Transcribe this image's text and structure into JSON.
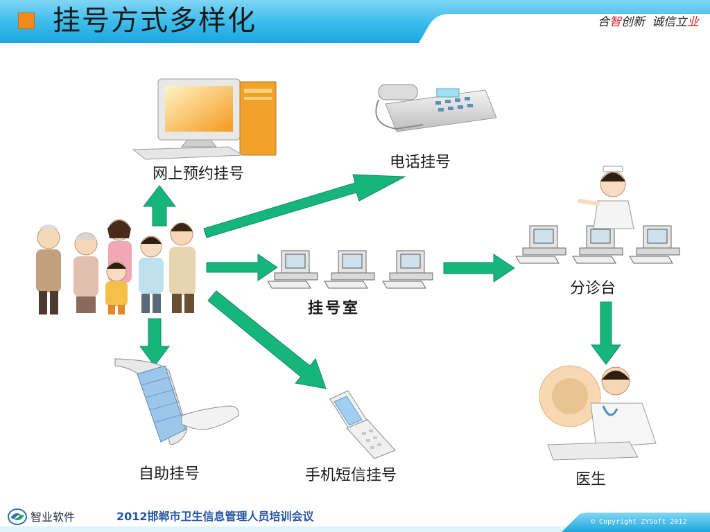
{
  "header": {
    "title": "挂号方式多样化",
    "slogan_part1": "合",
    "slogan_part2": "智",
    "slogan_part3": "创新",
    "slogan_part4": "诚信立",
    "slogan_part5": "业",
    "accent_color": "#2bb6ea",
    "square_color": "#f08a1c"
  },
  "diagram": {
    "nodes": {
      "online": "网上预约挂号",
      "phone": "电话挂号",
      "office": "挂号室",
      "triage": "分诊台",
      "self_service": "自助挂号",
      "sms": "手机短信挂号",
      "doctor": "医生"
    },
    "arrow_color": "#17b57e",
    "icons": [
      "patients-group-icon",
      "desktop-computer-icon",
      "telephone-icon",
      "computer-terminals-icon",
      "nurse-icon",
      "touchscreen-kiosk-icon",
      "flip-phone-icon",
      "doctor-icon"
    ]
  },
  "footer": {
    "brand": "智业软件",
    "conference": "2012邯郸市卫生信息管理人员培训会议",
    "copyright": "© Copyright ZYSoft 2012"
  }
}
